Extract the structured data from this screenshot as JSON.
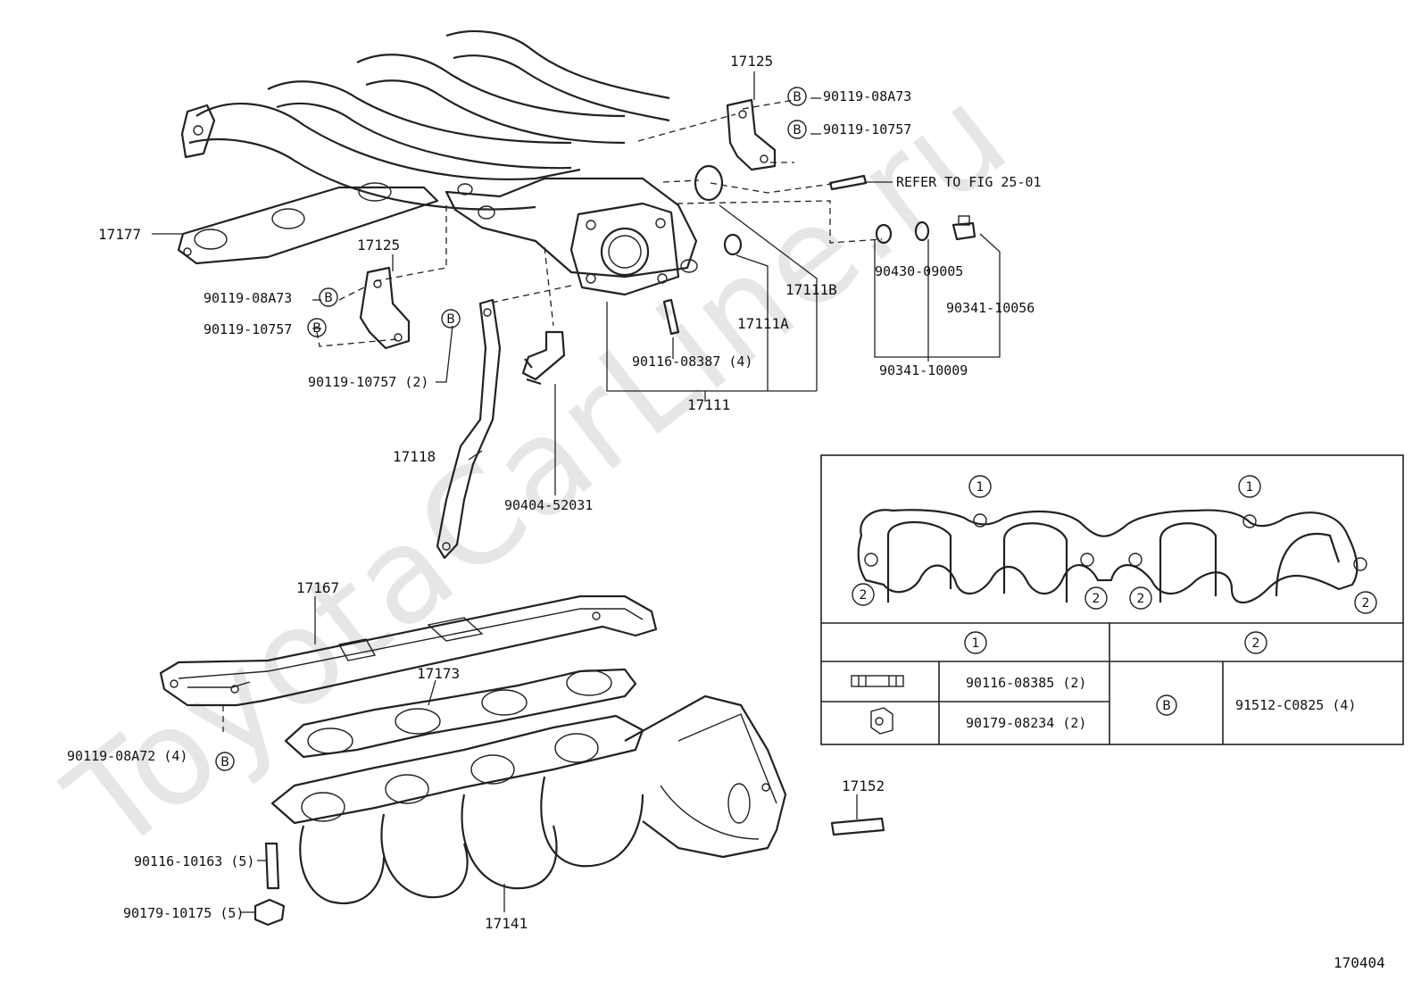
{
  "watermark": "ToyotaCarLine.ru",
  "figure_number": "170404",
  "callouts": {
    "c17125_top": "17125",
    "c90119_08A73_top": "90119-08A73",
    "c90119_10757_top": "90119-10757",
    "refer": "REFER TO FIG 25-01",
    "c17177": "17177",
    "c17125_left": "17125",
    "c90119_08A73_left": "90119-08A73",
    "c90119_10757_left": "90119-10757",
    "c90119_10757_2": "90119-10757 (2)",
    "c90430_09005": "90430-09005",
    "c90341_10056": "90341-10056",
    "c90341_10009": "90341-10009",
    "c17111B": "17111B",
    "c17111A": "17111A",
    "c90116_08387": "90116-08387 (4)",
    "c17111": "17111",
    "c17118": "17118",
    "c90404_52031": "90404-52031",
    "c17167": "17167",
    "c17173": "17173",
    "c90119_08A72": "90119-08A72 (4)",
    "c17152": "17152",
    "c90116_10163": "90116-10163 (5)",
    "c90179_10175": "90179-10175 (5)",
    "c17141": "17141"
  },
  "symbols": {
    "bolt_b": "B",
    "one": "1",
    "two": "2"
  },
  "legend_table": {
    "col1_header": "1",
    "col2_header": "2",
    "row1_part": "90116-08385 (2)",
    "row2_part": "90179-08234 (2)",
    "col2_symbol": "B",
    "col2_part": "91512-C0825 (4)"
  }
}
